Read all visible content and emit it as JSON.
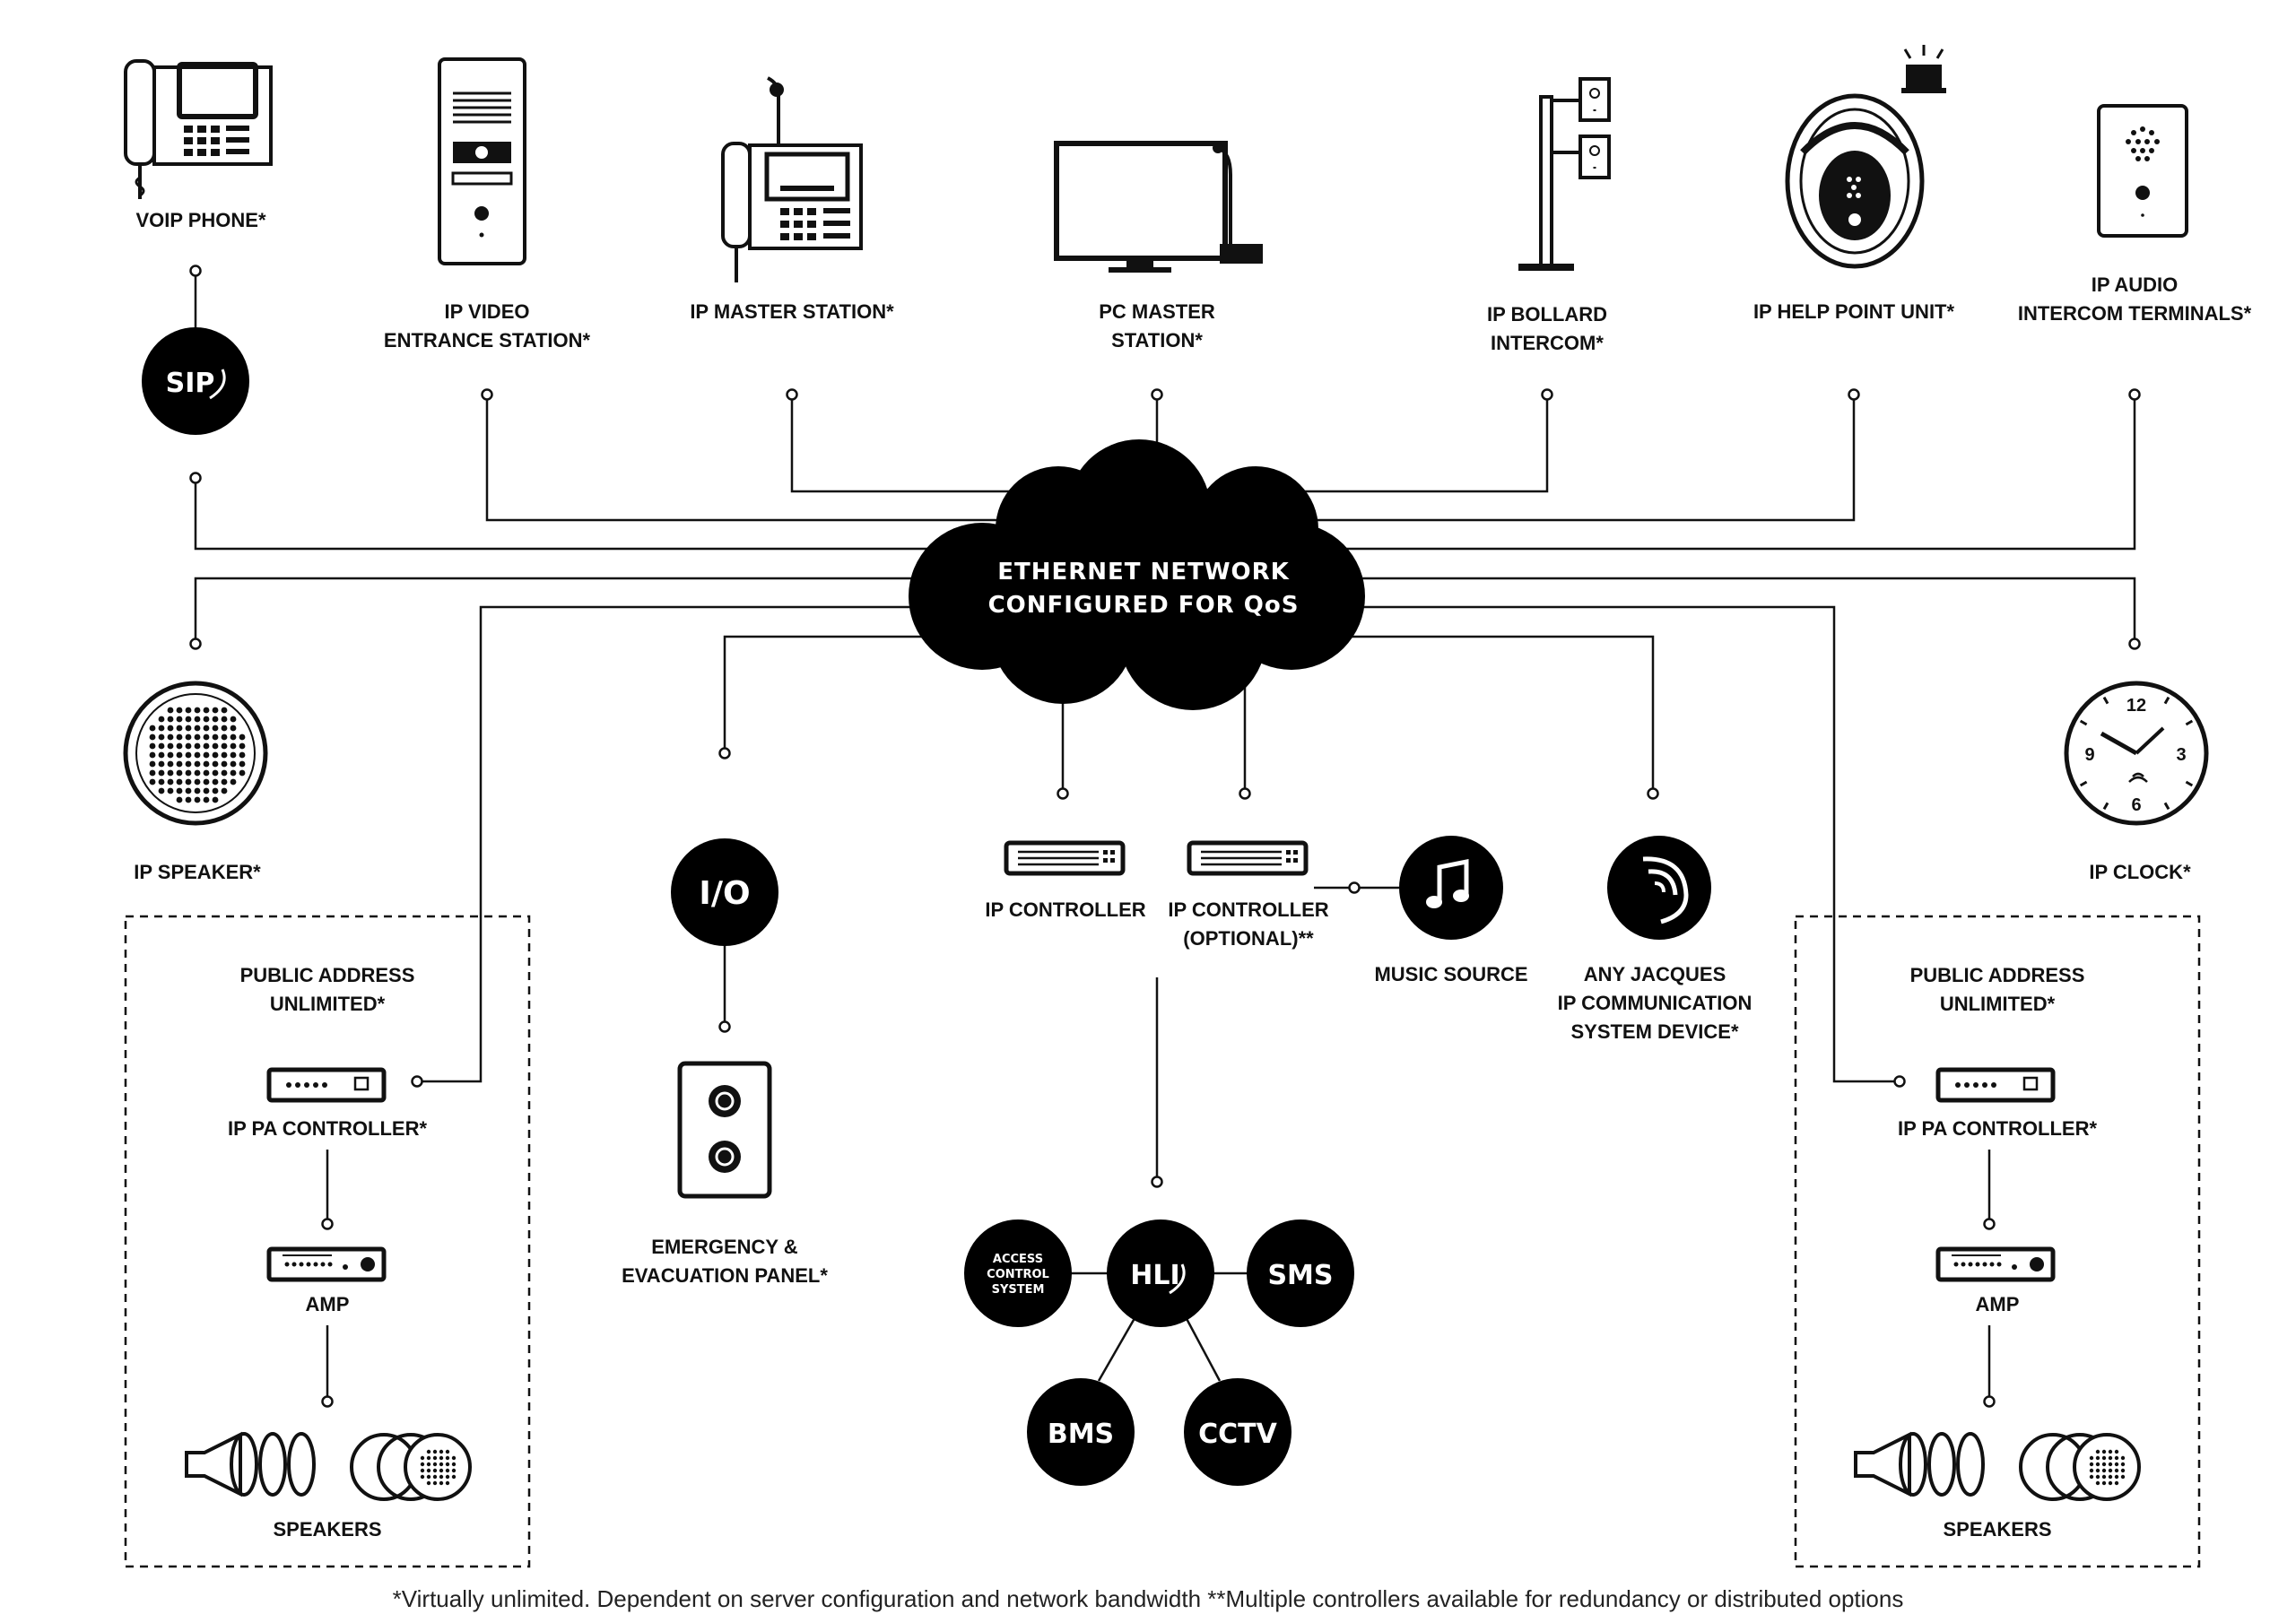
{
  "network": {
    "line1": "ETHERNET NETWORK",
    "line2": "CONFIGURED FOR QoS"
  },
  "devices": {
    "voip": "VOIP PHONE*",
    "video_entrance": [
      "IP VIDEO",
      "ENTRANCE STATION*"
    ],
    "master_station": "IP MASTER STATION*",
    "pc_master": [
      "PC MASTER",
      "STATION*"
    ],
    "bollard": [
      "IP BOLLARD",
      "INTERCOM*"
    ],
    "help_point": "IP HELP POINT UNIT*",
    "audio_intercom": [
      "IP AUDIO",
      "INTERCOM TERMINALS*"
    ],
    "speaker": "IP SPEAKER*",
    "clock": "IP CLOCK*",
    "ip_controller": "IP CONTROLLER",
    "ip_controller_opt": [
      "IP CONTROLLER",
      "(OPTIONAL)**"
    ],
    "music": "MUSIC SOURCE",
    "jacques": [
      "ANY JACQUES",
      "IP COMMUNICATION",
      "SYSTEM DEVICE*"
    ],
    "emergency": [
      "EMERGENCY &",
      "EVACUATION PANEL*"
    ]
  },
  "badges": {
    "sip": "SIP",
    "io": "I/O",
    "hli": "HLI",
    "sms": "SMS",
    "bms": "BMS",
    "cctv": "CCTV",
    "access": [
      "ACCESS",
      "CONTROL",
      "SYSTEM"
    ]
  },
  "pa_left": {
    "title": [
      "PUBLIC ADDRESS",
      "UNLIMITED*"
    ],
    "controller": "IP PA CONTROLLER*",
    "amp": "AMP",
    "speakers": "SPEAKERS"
  },
  "pa_right": {
    "title": [
      "PUBLIC ADDRESS",
      "UNLIMITED*"
    ],
    "controller": "IP PA CONTROLLER*",
    "amp": "AMP",
    "speakers": "SPEAKERS"
  },
  "clock_numbers": [
    "12",
    "3",
    "6",
    "9"
  ],
  "footnote": "*Virtually unlimited. Dependent on server configuration and network bandwidth **Multiple controllers available for redundancy or distributed options",
  "colors": {
    "ink": "#111111",
    "background": "#ffffff"
  }
}
